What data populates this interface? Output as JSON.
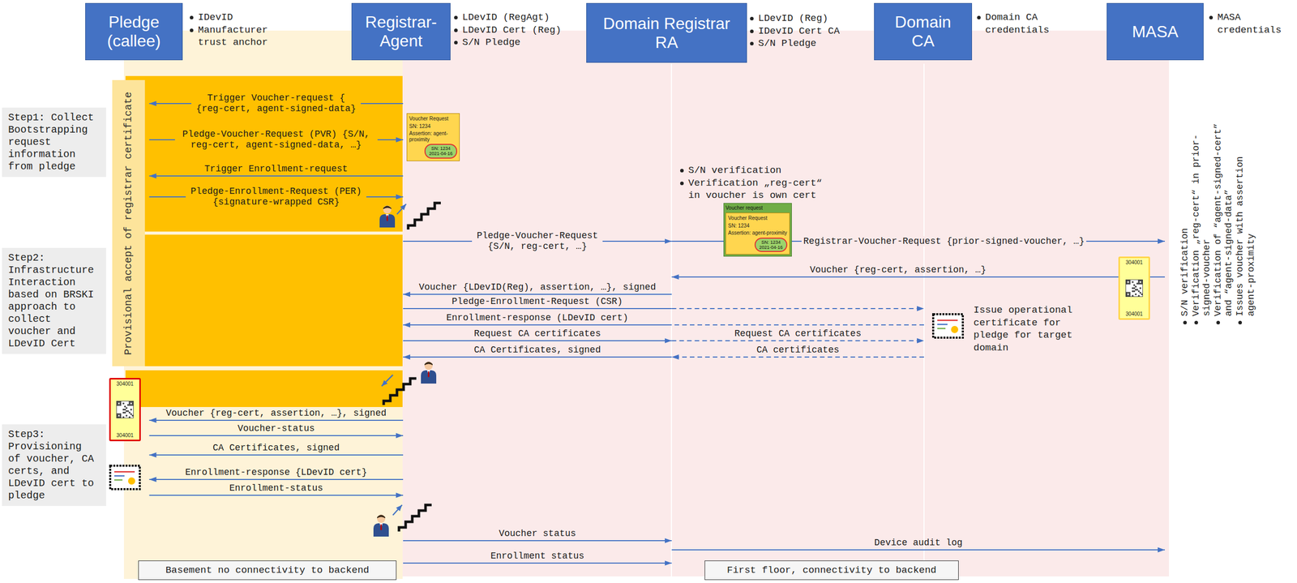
{
  "diagram": {
    "nodes": [
      {
        "text": [
          "Pledge (callee)"
        ]
      },
      {
        "text": [
          "Registrar-Agent"
        ]
      },
      {
        "text": [
          "Domain Registrar RA"
        ]
      },
      {
        "text": [
          "Domain CA"
        ]
      },
      {
        "text": [
          "MASA"
        ]
      },
      {
        "text": [
          "Step1: Collect Bootstrapping request information from pledge"
        ]
      },
      {
        "text": [
          "Step2: Infrastructure Interaction based on BRSKI approach to collect voucher and LDevID Cert"
        ]
      },
      {
        "text": [
          "Step3: Provisioning of voucher, CA certs, and LDevID cert to pledge"
        ]
      },
      {
        "text": [
          "Provisional accept of registrar certificate"
        ]
      },
      {
        "text": [
          "Voucher Request",
          "SN: 1234",
          "Assertion: agent-proximity"
        ]
      },
      {
        "text": [
          "SN: 1234 2021-04-16"
        ],
        "in": 9
      },
      {
        "text": [
          "Voucher request"
        ]
      },
      {
        "text": [
          "Voucher Request",
          "SN: 1234",
          "Assertion: agent-proximity"
        ],
        "in": 11
      },
      {
        "text": [
          "SN: 1234 2021-04-16"
        ],
        "in": 12
      },
      {
        "text": [
          "304001",
          "304001"
        ]
      },
      {
        "text": [
          "304001",
          "304001"
        ]
      },
      {
        "text": [
          "Basement no connectivity to backend"
        ]
      },
      {
        "text": [
          "First floor, connectivity to backend"
        ]
      }
    ],
    "edges": [
      {
        "from": 1,
        "to": 0,
        "arrow": "to",
        "label": "Trigger Voucher-request { {reg-cert, agent-signed-data}"
      },
      {
        "from": 0,
        "to": 1,
        "arrow": "to",
        "label": "Pledge-Voucher-Request (PVR) {S/N, reg-cert, agent-signed-data, …}"
      },
      {
        "from": 1,
        "to": 0,
        "arrow": "to",
        "label": "Trigger Enrollment-request"
      },
      {
        "from": 0,
        "to": 1,
        "arrow": "to",
        "label": "Pledge-Enrollment-Request (PER) {signature-wrapped CSR}"
      },
      {
        "from": 1,
        "to": 2,
        "arrow": "to",
        "label": "Pledge-Voucher-Request {S/N, reg-cert, …}"
      },
      {
        "from": 2,
        "to": 4,
        "arrow": "to",
        "label": "Registrar-Voucher-Request {prior-signed-voucher, …}"
      },
      {
        "from": 4,
        "to": 2,
        "arrow": "to",
        "label": "Voucher {reg-cert, assertion, …}"
      },
      {
        "from": 2,
        "to": 1,
        "arrow": "to",
        "label": "Voucher {LDevID(Reg), assertion, …}, signed"
      },
      {
        "from": 1,
        "to": 3,
        "arrow": "to",
        "label": "Pledge-Enrollment-Request (CSR)"
      },
      {
        "from": 3,
        "to": 1,
        "arrow": "to",
        "label": "Enrollment-response (LDevID cert)"
      },
      {
        "from": 1,
        "to": 2,
        "arrow": "to",
        "label": "Request CA certificates"
      },
      {
        "from": 2,
        "to": 3,
        "arrow": "to",
        "label": "Request CA certificates"
      },
      {
        "from": 2,
        "to": 1,
        "arrow": "to",
        "label": "CA Certificates, signed"
      },
      {
        "from": 3,
        "to": 2,
        "arrow": "to",
        "label": "CA certificates"
      },
      {
        "from": 1,
        "to": 0,
        "arrow": "to",
        "label": "Voucher {reg-cert, assertion, …}, signed"
      },
      {
        "from": 0,
        "to": 1,
        "arrow": "to",
        "label": "Voucher-status"
      },
      {
        "from": 1,
        "to": 0,
        "arrow": "to",
        "label": "CA Certificates, signed"
      },
      {
        "from": 1,
        "to": 0,
        "arrow": "to",
        "label": "Enrollment-response {LDevID cert}"
      },
      {
        "from": 0,
        "to": 1,
        "arrow": "to",
        "label": "Enrollment-status"
      },
      {
        "from": 1,
        "to": 2,
        "arrow": "to",
        "label": "Voucher status"
      },
      {
        "from": 2,
        "to": 4,
        "arrow": "to",
        "label": "Device audit log"
      },
      {
        "from": 1,
        "to": 2,
        "arrow": "to",
        "label": "Enrollment status"
      }
    ],
    "labels": [
      "IDevID",
      "Manufacturer trust anchor",
      "LDevID (RegAgt)",
      "LDevID Cert (Reg)",
      "S/N Pledge",
      "LDevID (Reg)",
      "IDevID Cert CA",
      "S/N Pledge",
      "Domain CA credentials",
      "MASA credentials",
      "S/N verification",
      "Verification „reg-cert“ in voucher is own cert",
      "Issue operational certificate for pledge for target domain",
      "S/N verification",
      "Verification „reg-cert“ in prior-signed-voucher",
      "Verification of “agent-signed-cert” and “agent-signed-data”",
      "Issues voucher with assertion agent-proximity"
    ]
  }
}
